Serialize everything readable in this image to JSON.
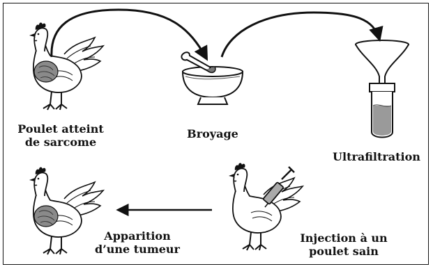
{
  "steps": {
    "sick_chicken": {
      "line1": "Poulet atteint",
      "line2": "de sarcome"
    },
    "grinding": {
      "label": "Broyage"
    },
    "ultrafiltration": {
      "label": "Ultrafiltration"
    },
    "injection": {
      "line1": "Injection à un",
      "line2": "poulet sain"
    },
    "tumor": {
      "line1": "Apparition",
      "line2": "d’une tumeur"
    }
  },
  "colors": {
    "ink": "#111111",
    "tumor": "#8a8a8a",
    "liquid": "#9a9a9a"
  }
}
